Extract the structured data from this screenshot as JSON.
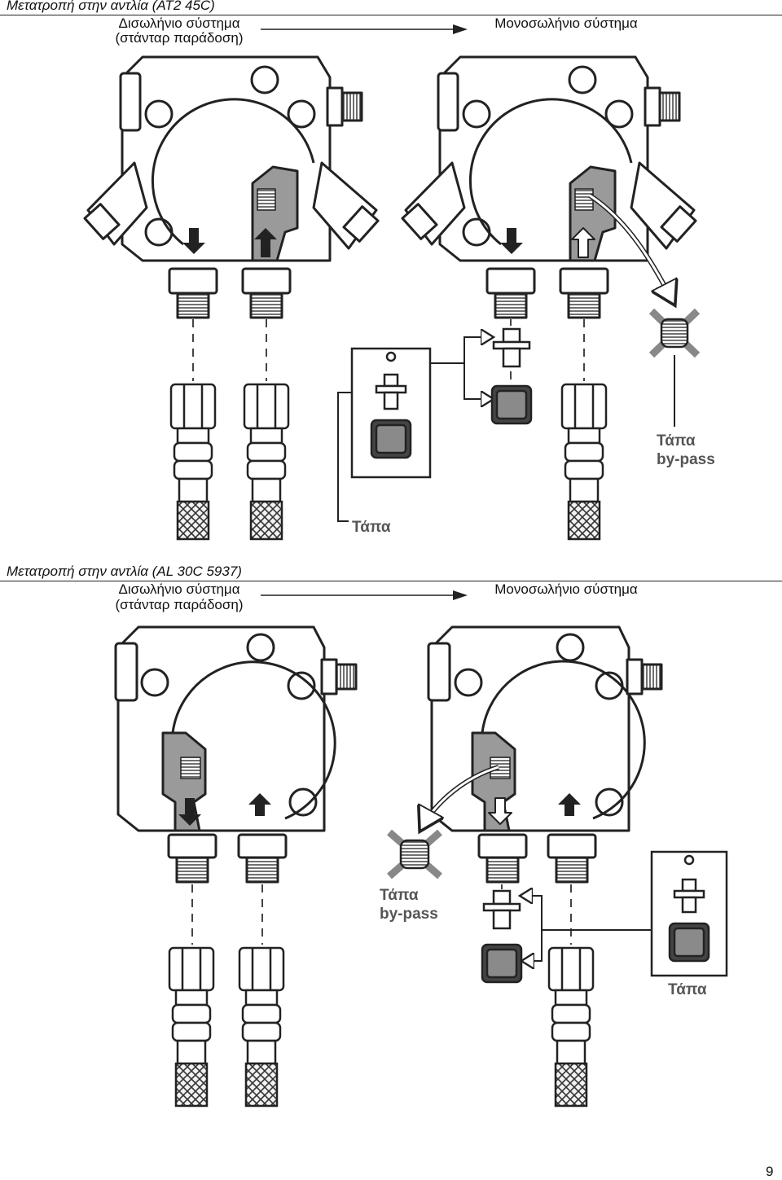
{
  "section1": {
    "title": "Μετατροπή στην αντλία (AT2 45C)",
    "left_heading_1": "Δισωλήνιο σύστημα",
    "left_heading_2": "(στάνταρ παράδοση)",
    "right_heading": "Μονοσωλήνιο σύστημα",
    "bypass_label_1": "Τάπα",
    "bypass_label_2": "by-pass",
    "plug_label": "Τάπα"
  },
  "section2": {
    "title": "Μετατροπή στην αντλία (AL 30C 5937)",
    "left_heading_1": "Δισωλήνιο σύστημα",
    "left_heading_2": "(στάνταρ παράδοση)",
    "right_heading": "Μονοσωλήνιο σύστημα",
    "bypass_label_1": "Τάπα",
    "bypass_label_2": "by-pass",
    "plug_label": "Τάπα"
  },
  "page_number": "9",
  "colors": {
    "line": "#1a1a1a",
    "fill_grey": "#9a9a9a",
    "label_grey": "#555555"
  }
}
